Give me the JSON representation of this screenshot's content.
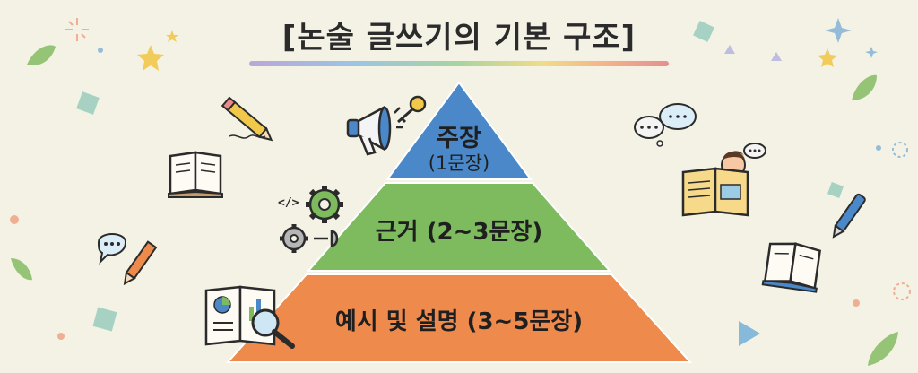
{
  "title": "[논술 글쓰기의 기본 구조]",
  "pyramid": [
    {
      "label": "주장",
      "sub": "(1문장)",
      "color": "#4a88c9"
    },
    {
      "label": "근거 (2~3문장)",
      "color": "#7dbb5e"
    },
    {
      "label": "예시 및 설명 (3~5문장)",
      "color": "#ee8a4c"
    }
  ],
  "icons": {
    "megaphone": "megaphone-icon",
    "key": "key-icon",
    "gears": "gears-icon",
    "book_chart": "book-chart-magnifier-icon",
    "pencil": "pencil-icon",
    "open_book": "open-book-icon",
    "chat": "speech-bubble-icon",
    "reader": "person-reading-icon"
  },
  "code_glyph": "</>"
}
